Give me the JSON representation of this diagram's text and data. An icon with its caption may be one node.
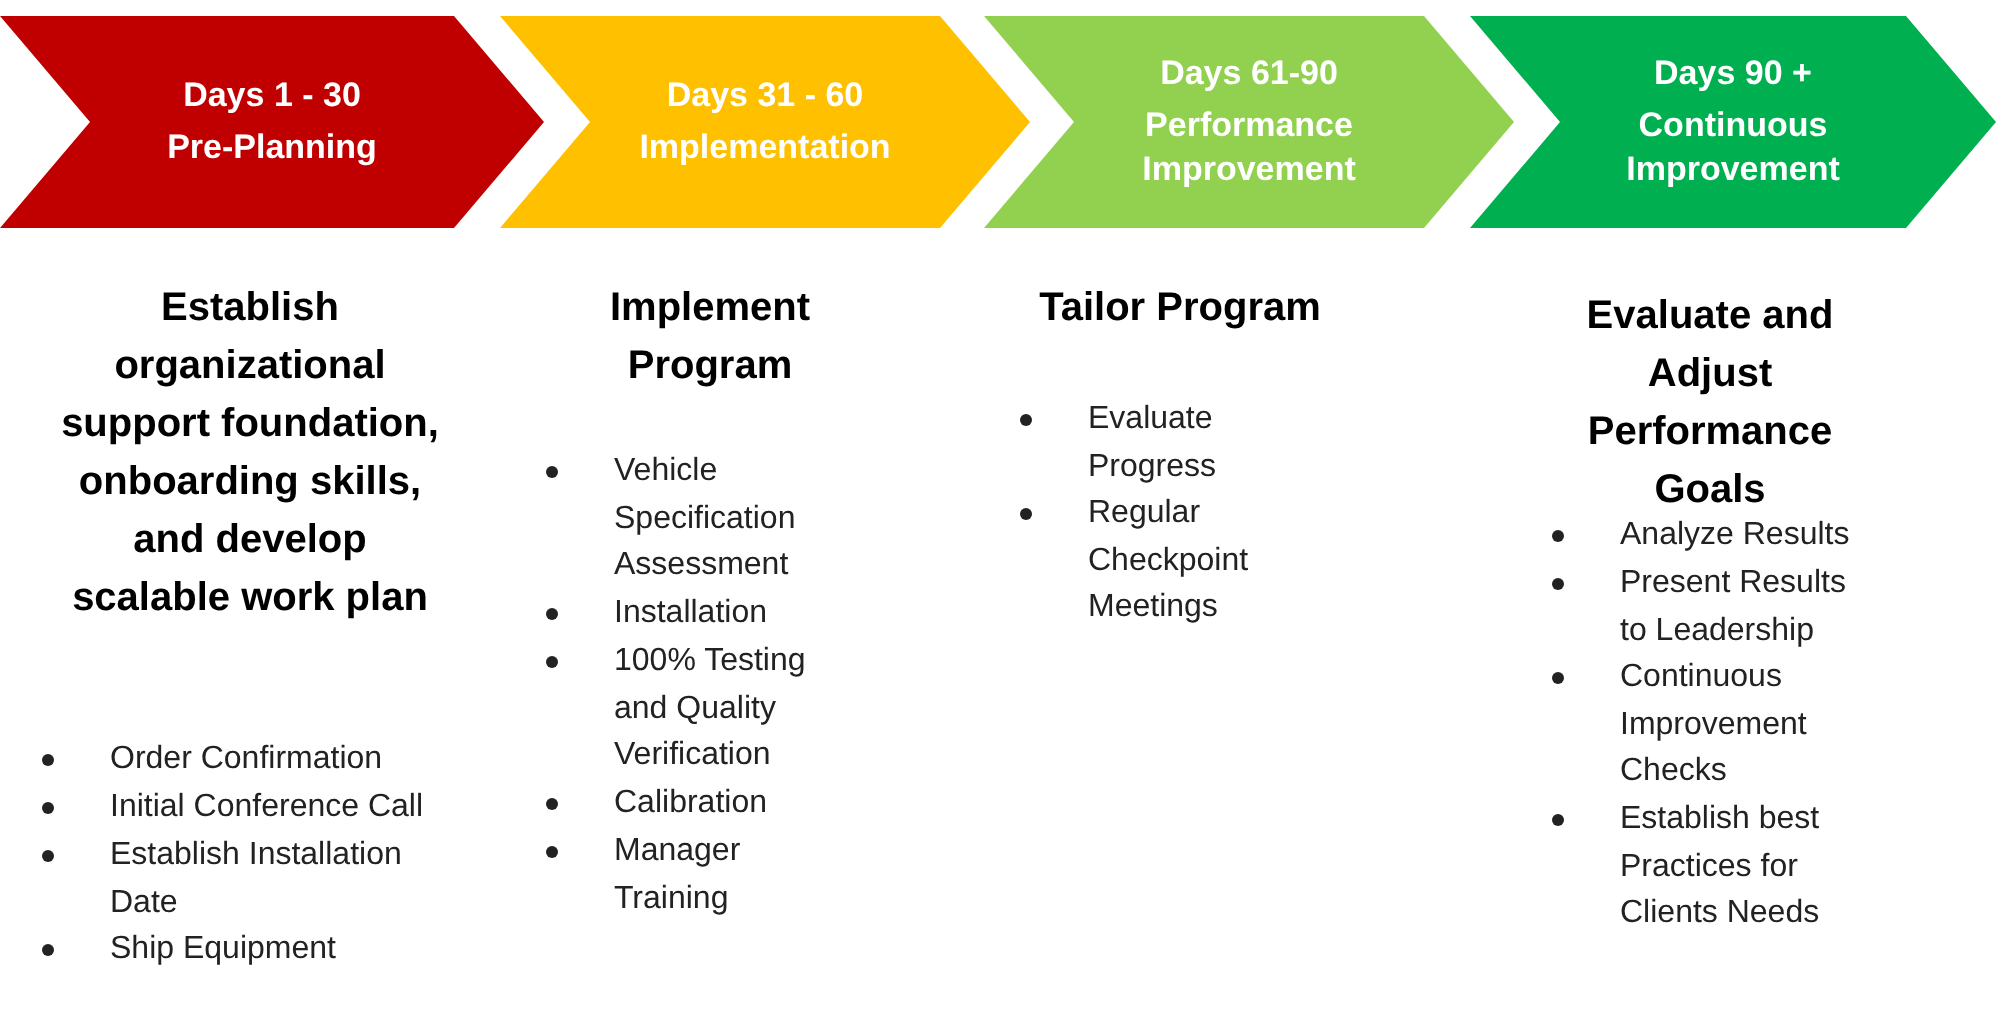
{
  "diagram": {
    "nodes": [
      {
        "text": [
          "Days 1 - 30",
          "Pre-Planning"
        ],
        "beside": [
          "Establish organizational support foundation, onboarding skills, and develop scalable work plan",
          "Order Confirmation",
          "Initial Conference Call",
          "Establish Installation Date",
          "Ship Equipment"
        ]
      },
      {
        "text": [
          "Days 31 - 60",
          "Implementation"
        ],
        "beside": [
          "Implement Program",
          "Vehicle Specification Assessment",
          "Installation",
          "100% Testing and Quality Verification",
          "Calibration",
          "Manager Training"
        ]
      },
      {
        "text": [
          "Days 61-90",
          "Performance Improvement"
        ],
        "beside": [
          "Tailor Program",
          "Evaluate Progress",
          "Regular Checkpoint Meetings"
        ]
      },
      {
        "text": [
          "Days 90 +",
          "Continuous Improvement"
        ],
        "beside": [
          "Evaluate and Adjust Performance Goals",
          "Analyze Results",
          "Present Results to Leadership",
          "Continuous Improvement Checks",
          "Establish best Practices for Clients Needs"
        ]
      }
    ]
  }
}
